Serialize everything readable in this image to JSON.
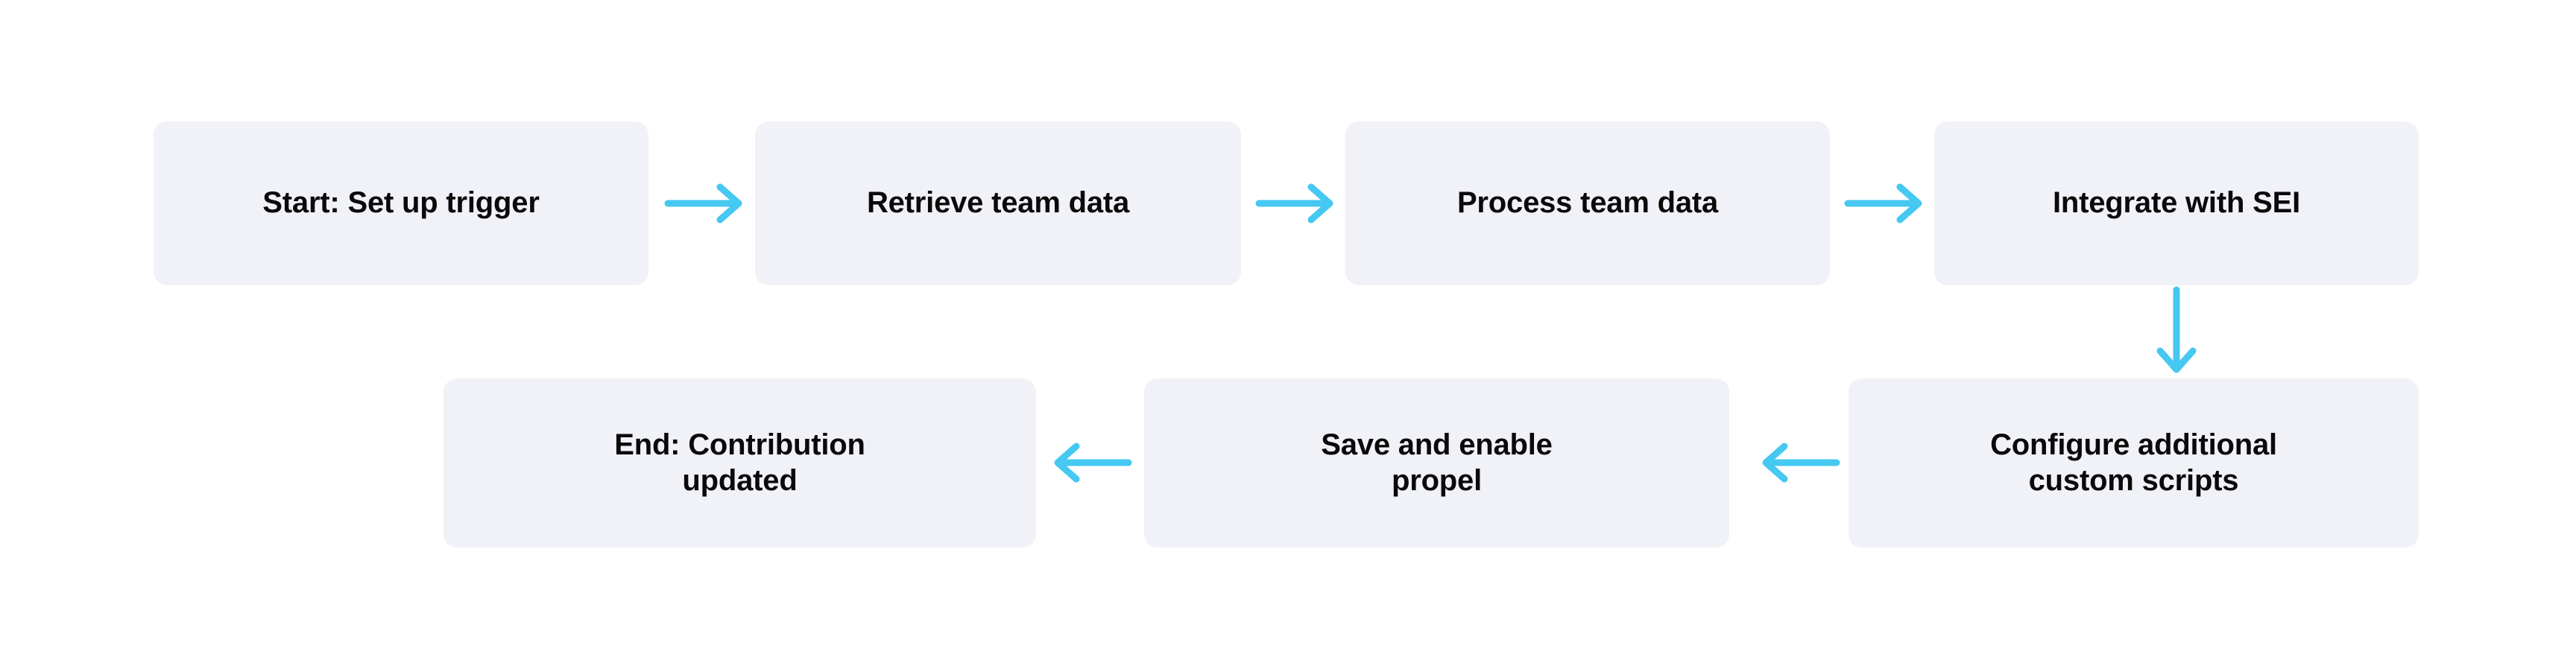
{
  "diagram": {
    "type": "flowchart",
    "title": "",
    "background_color": "#FFFFFF",
    "node_fill_color": "#F1F2F7",
    "node_text_color": "#0A0A0A",
    "arrow_color": "#45C8F1",
    "nodes": [
      {
        "id": "start",
        "label": "Start: Set up trigger",
        "row": "top",
        "order": 1
      },
      {
        "id": "retrieve",
        "label": "Retrieve team data",
        "row": "top",
        "order": 2
      },
      {
        "id": "process",
        "label": "Process team data",
        "row": "top",
        "order": 3
      },
      {
        "id": "integrate",
        "label": "Integrate with SEI",
        "row": "top",
        "order": 4
      },
      {
        "id": "configure",
        "label": "Configure additional\ncustom scripts",
        "row": "bottom",
        "order": 5
      },
      {
        "id": "save",
        "label": "Save and enable\npropel",
        "row": "bottom",
        "order": 6
      },
      {
        "id": "end",
        "label": "End: Contribution\nupdated",
        "row": "bottom",
        "order": 7
      }
    ],
    "edges": [
      {
        "id": "e1",
        "from": "start",
        "to": "retrieve",
        "direction": "right",
        "label": ""
      },
      {
        "id": "e2",
        "from": "retrieve",
        "to": "process",
        "direction": "right",
        "label": ""
      },
      {
        "id": "e3",
        "from": "process",
        "to": "integrate",
        "direction": "right",
        "label": ""
      },
      {
        "id": "e4",
        "from": "integrate",
        "to": "configure",
        "direction": "down",
        "label": ""
      },
      {
        "id": "e5",
        "from": "configure",
        "to": "save",
        "direction": "left",
        "label": ""
      },
      {
        "id": "e6",
        "from": "save",
        "to": "end",
        "direction": "left",
        "label": ""
      }
    ]
  }
}
